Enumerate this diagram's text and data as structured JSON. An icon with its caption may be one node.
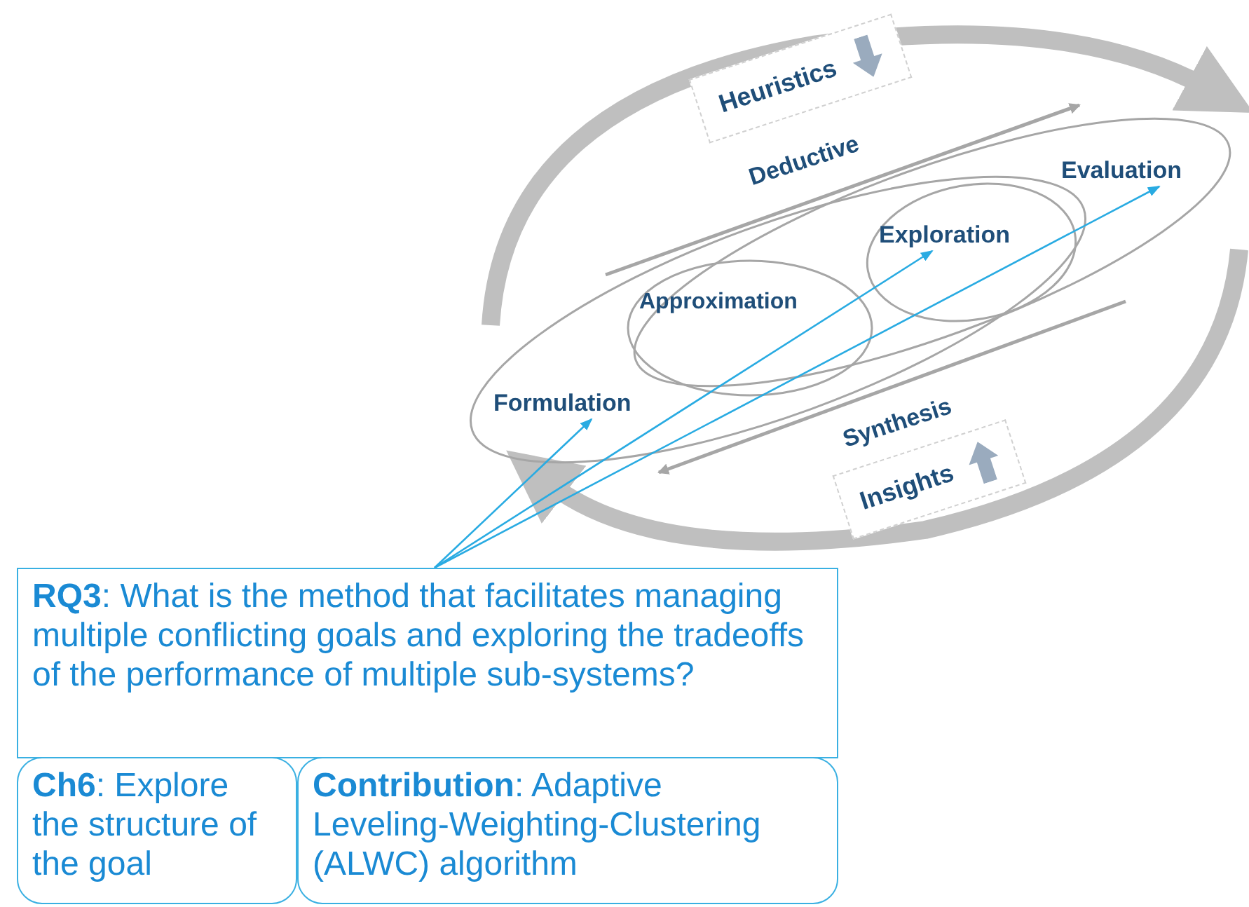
{
  "diagram": {
    "nodes": [
      {
        "text": [
          "Formulation"
        ]
      },
      {
        "text": [
          "Approximation"
        ]
      },
      {
        "text": [
          "Exploration"
        ]
      },
      {
        "text": [
          "Evaluation"
        ]
      },
      {
        "text": [
          "Heuristics"
        ]
      },
      {
        "text": [
          "Insights"
        ]
      },
      {
        "text": [
          "**RQ3**: What is the method that facilitates managing multiple conflicting goals and exploring the tradeoffs of the performance of multiple sub-systems?"
        ]
      },
      {
        "text": [
          "**Ch6**: Explore the structure of the goal"
        ]
      },
      {
        "text": [
          "**Contribution**: Adaptive Leveling-Weighting-Clustering (ALWC) algorithm"
        ]
      }
    ],
    "edges": [
      {
        "from": 6,
        "to": 0,
        "arrow": "to"
      },
      {
        "from": 6,
        "to": 2,
        "arrow": "to"
      },
      {
        "from": 6,
        "to": 3,
        "arrow": "to"
      }
    ],
    "labels": [
      "Deductive",
      "Synthesis"
    ]
  }
}
